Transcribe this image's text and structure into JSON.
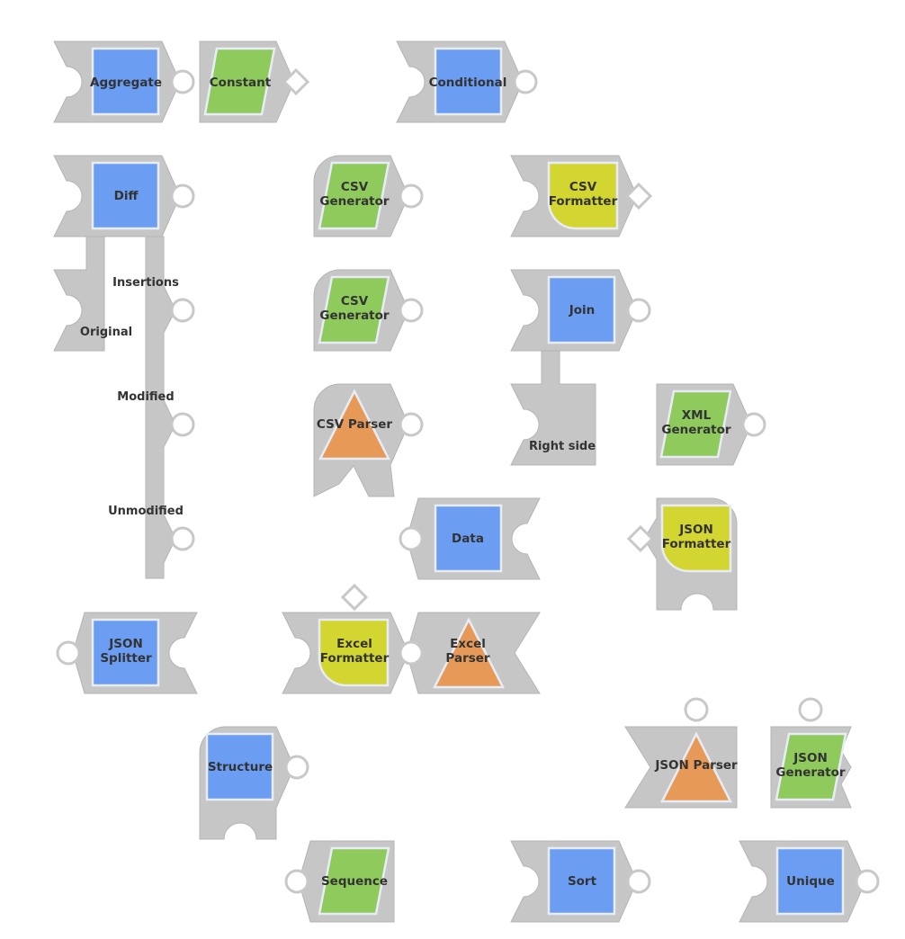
{
  "colors": {
    "body": "#c6c6c6",
    "body_stroke": "#b4b4b4",
    "blue": "#6b9ef2",
    "green": "#8fca5c",
    "yellow": "#d3d531",
    "orange": "#e79a57",
    "port_fill": "#ffffff",
    "port_stroke": "#c8c8c8"
  },
  "blocks": [
    {
      "label": "Aggregate"
    },
    {
      "label": "Constant"
    },
    {
      "label": "Conditional"
    },
    {
      "label": "Diff"
    },
    {
      "label": "CSV\nGenerator"
    },
    {
      "label": "CSV\nFormatter"
    },
    {
      "label": "CSV\nGenerator"
    },
    {
      "label": "Join"
    },
    {
      "label": "CSV Parser"
    },
    {
      "label": "XML\nGenerator"
    },
    {
      "label": "Data"
    },
    {
      "label": "JSON\nFormatter"
    },
    {
      "label": "JSON\nSplitter"
    },
    {
      "label": "Excel\nFormatter"
    },
    {
      "label": "Excel\nParser"
    },
    {
      "label": "Structure"
    },
    {
      "label": "JSON Parser"
    },
    {
      "label": "JSON\nGenerator"
    },
    {
      "label": "Sequence"
    },
    {
      "label": "Sort"
    },
    {
      "label": "Unique"
    }
  ],
  "port_labels": {
    "diff_insertions": "Insertions",
    "diff_original": "Original",
    "diff_modified": "Modified",
    "diff_unmodified": "Unmodified",
    "join_right_side": "Right side"
  }
}
